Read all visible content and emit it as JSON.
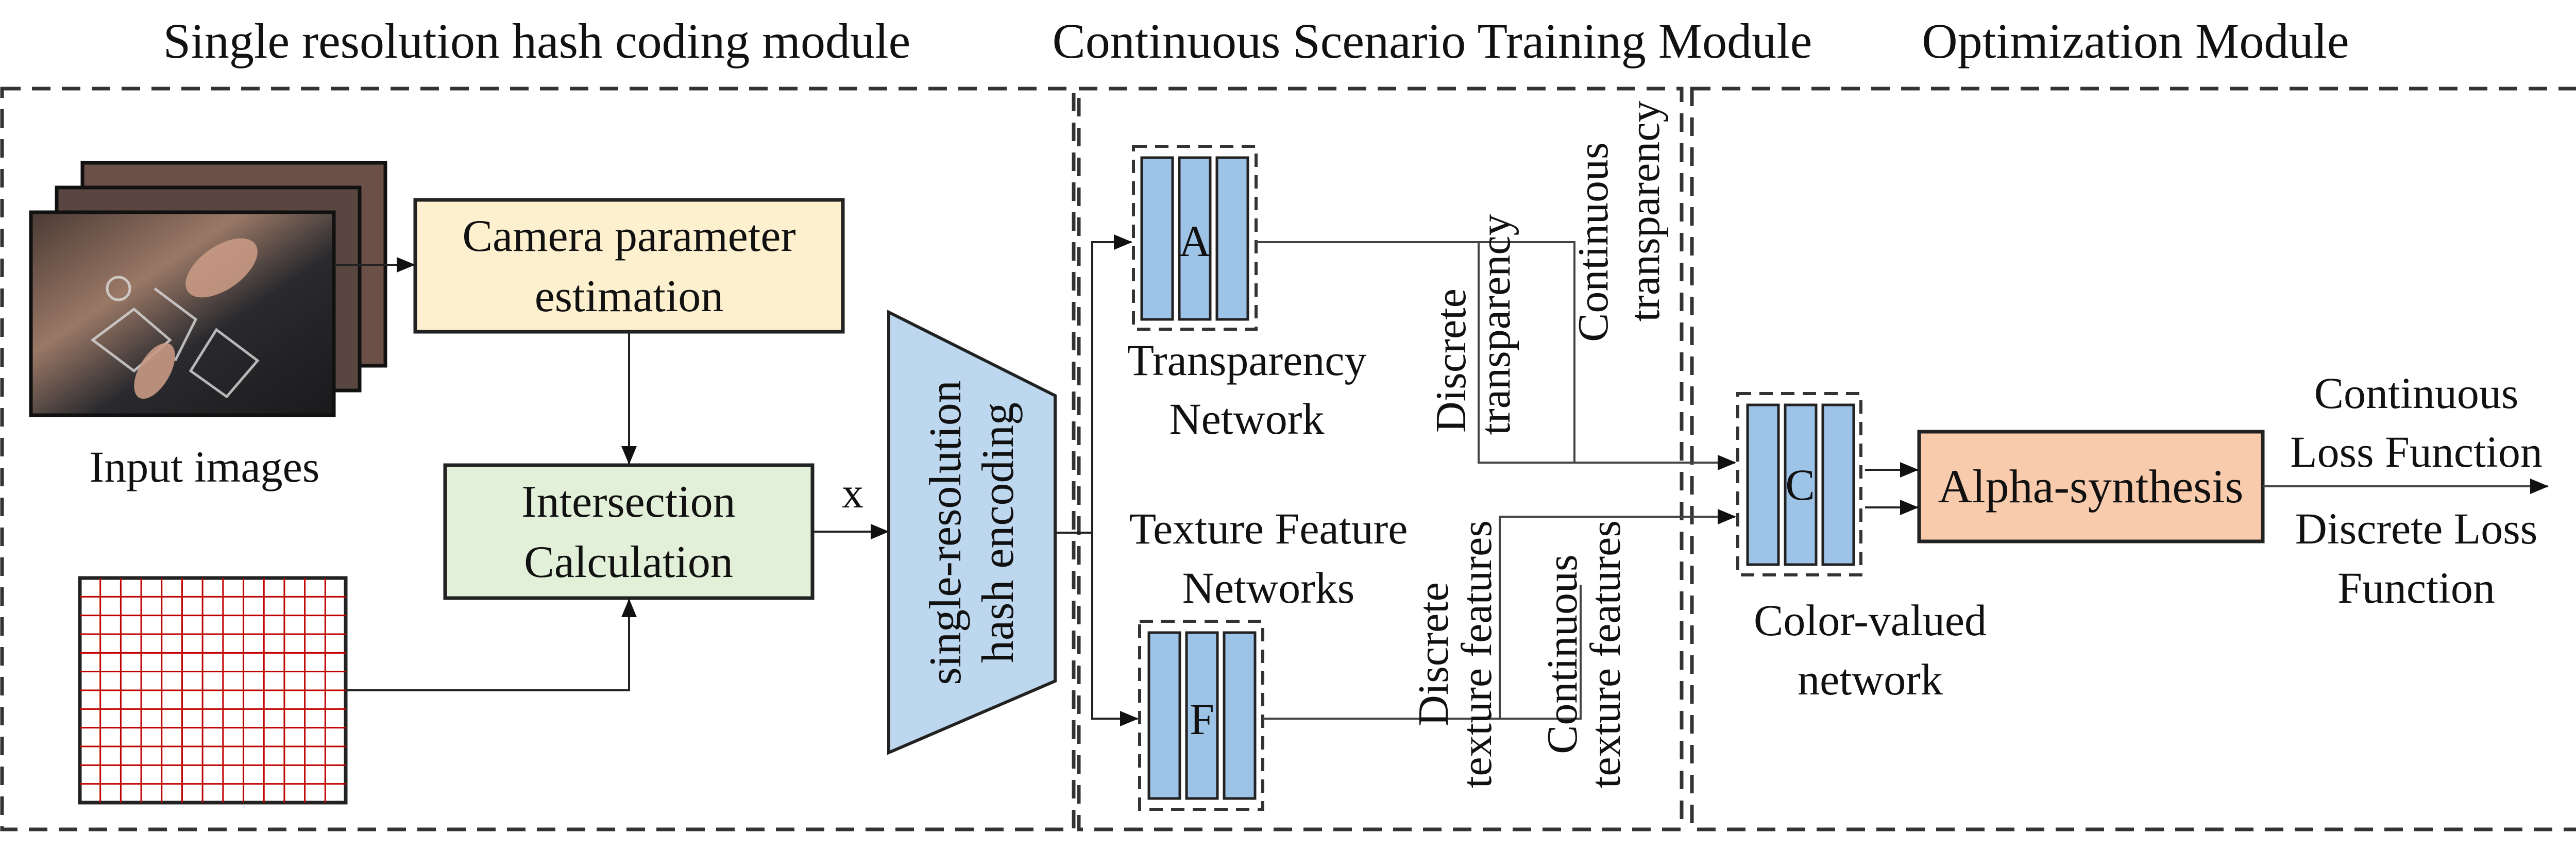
{
  "modules": {
    "hash": {
      "title": "Single resolution hash coding module"
    },
    "training": {
      "title": "Continuous Scenario Training Module"
    },
    "optimization": {
      "title": "Optimization Module"
    }
  },
  "nodes": {
    "input_images": {
      "label": "Input images"
    },
    "camera": {
      "line1": "Camera parameter",
      "line2": "estimation"
    },
    "intersection": {
      "line1": "Intersection",
      "line2": "Calculation"
    },
    "x_label": "x",
    "encoding": {
      "line1": "single-resolution",
      "line2": "hash encoding"
    },
    "transparency_net": {
      "letter": "A",
      "line1": "Transparency",
      "line2": "Network"
    },
    "texture_net": {
      "letter": "F",
      "line1": "Texture Feature",
      "line2": "Networks"
    },
    "color_net": {
      "letter": "C",
      "line1": "Color-valued",
      "line2": "network"
    },
    "alpha": {
      "label": "Alpha-synthesis"
    }
  },
  "edge_labels": {
    "discrete_transparency": {
      "line1": "Discrete",
      "line2": "transparency"
    },
    "continuous_transparency": {
      "line1": "Continuous",
      "line2": "transparency"
    },
    "discrete_texture": {
      "line1": "Discrete",
      "line2": "texture features"
    },
    "continuous_texture": {
      "line1": "Continuous",
      "line2": "texture features"
    },
    "continuous_loss": {
      "line1": "Continuous",
      "line2": "Loss Function"
    },
    "discrete_loss": {
      "line1": "Discrete Loss",
      "line2": "Function"
    }
  },
  "colors": {
    "camera_fill": "#fdf0cf",
    "intersection_fill": "#e2efd9",
    "encoding_fill": "#bdd7ee",
    "network_fill": "#9dc3e6",
    "alpha_fill": "#f8cbad",
    "grid_line": "#c00000"
  }
}
